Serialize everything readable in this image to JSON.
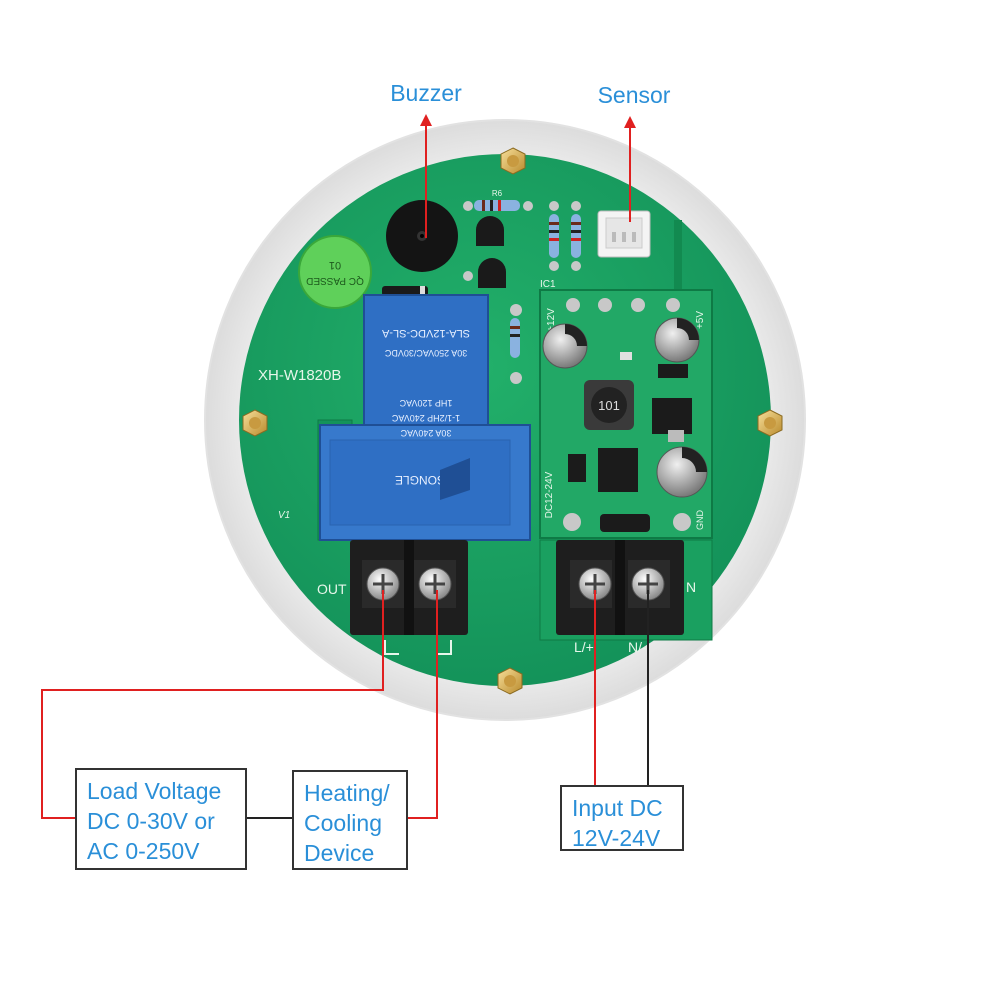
{
  "callouts": {
    "buzzer": "Buzzer",
    "sensor": "Sensor"
  },
  "boxes": {
    "load_voltage": "Load Voltage\nDC 0-30V or\nAC 0-250V",
    "heating_cooling": "Heating/\nCooling\nDevice",
    "input_dc": "Input DC\n12V-24V"
  },
  "board": {
    "model": "XH-W1820B",
    "out_label": "OUT",
    "lplus_label": "L/+",
    "nminus_label": "N/-",
    "n_label": "N",
    "dc_range_label": "DC12-24V",
    "gnd_label": "GND",
    "plus12v_label": "+12V",
    "plus5v_label": "+5V",
    "v1_label": "V1",
    "ic1_label": "IC1",
    "qc_line1": "QC PASSED",
    "qc_line2": "01",
    "relay_lines": [
      "30A 240VAC",
      "1-1/2HP 240VAC",
      "1HP 120VAC",
      "30A 250VAC/30VDC",
      "SLA-12VDC-SL-A"
    ],
    "relay_brand": "SONGLE",
    "inductor_label": "101",
    "r6_label": "R6"
  },
  "colors": {
    "pcb": "#1aa060",
    "pcb_dark": "#128a50",
    "relay": "#2f6fc4",
    "terminal": "#1e1e1e",
    "arrow_red": "#e02020",
    "label_blue": "#2a8fd8",
    "wire_black": "#222222"
  }
}
